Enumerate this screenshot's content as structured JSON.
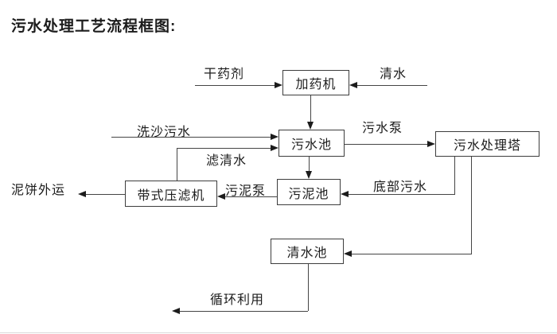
{
  "title": "污水处理工艺流程框图:",
  "nodes": {
    "dosing_machine": "加药机",
    "sewage_pool": "污水池",
    "treatment_tower": "污水处理塔",
    "sludge_pool": "污泥池",
    "belt_filter_press": "带式压滤机",
    "clean_water_pool": "清水池"
  },
  "edge_labels": {
    "dry_agent": "干药剂",
    "clean_water": "清水",
    "sand_washing_sewage": "洗沙污水",
    "filtered_water": "滤清水",
    "sewage_pump": "污水泵",
    "sludge_pump": "污泥泵",
    "bottom_sewage": "底部污水",
    "mud_cake_out": "泥饼外运",
    "recycling": "循环利用"
  },
  "colors": {
    "background": "#ffffff",
    "line": "#454545",
    "box_border": "#3d3d3d",
    "text": "#1c1c1c"
  }
}
